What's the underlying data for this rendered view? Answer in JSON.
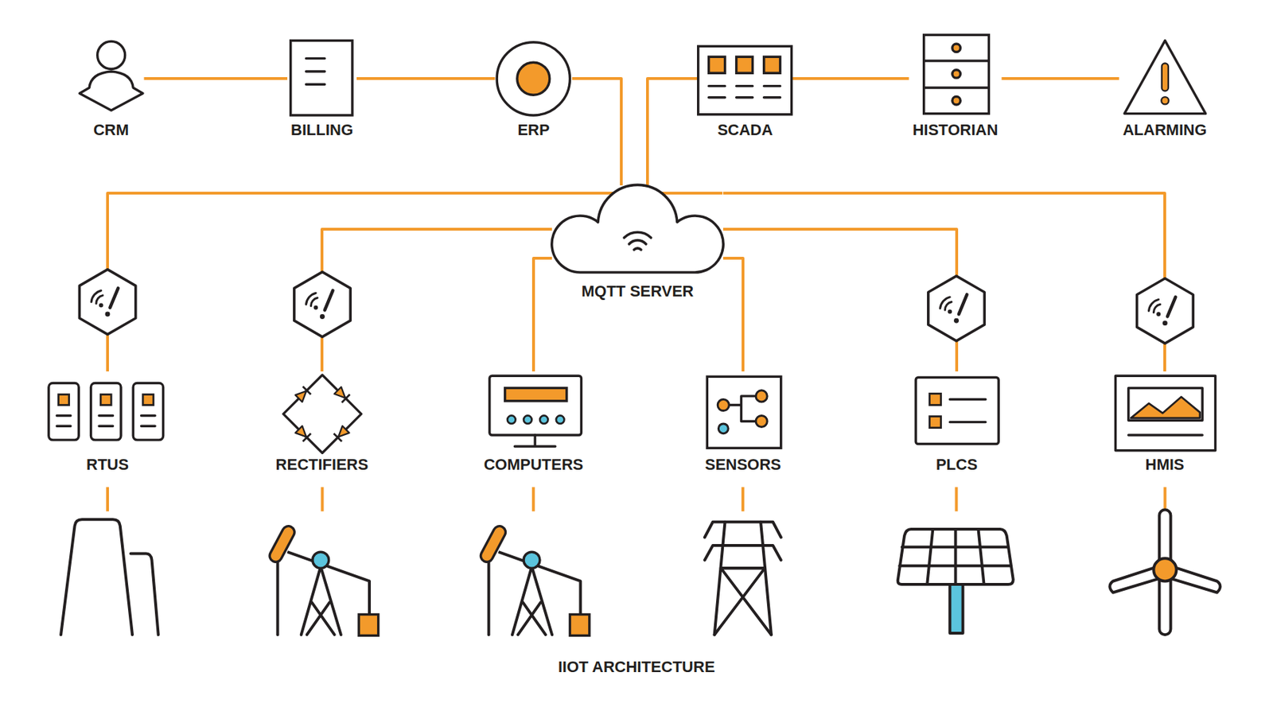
{
  "diagram": {
    "caption": "IIOT ARCHITECTURE",
    "nodes": [
      {
        "text": [
          "CRM"
        ]
      },
      {
        "text": [
          "BILLING"
        ]
      },
      {
        "text": [
          "ERP"
        ]
      },
      {
        "text": [
          "SCADA"
        ]
      },
      {
        "text": [
          "HISTORIAN"
        ]
      },
      {
        "text": [
          "ALARMING"
        ]
      },
      {
        "text": [
          "MQTT SERVER"
        ]
      },
      {
        "text": [
          "RTUS"
        ]
      },
      {
        "text": [
          "RECTIFIERS"
        ]
      },
      {
        "text": [
          "COMPUTERS"
        ]
      },
      {
        "text": [
          "SENSORS"
        ]
      },
      {
        "text": [
          "PLCS"
        ]
      },
      {
        "text": [
          "HMIS"
        ]
      }
    ],
    "edges": [
      {
        "from": 0,
        "to": 1,
        "arrow": "none"
      },
      {
        "from": 1,
        "to": 2,
        "arrow": "none"
      },
      {
        "from": 2,
        "to": 6,
        "arrow": "none"
      },
      {
        "from": 6,
        "to": 3,
        "arrow": "none"
      },
      {
        "from": 3,
        "to": 4,
        "arrow": "none"
      },
      {
        "from": 4,
        "to": 5,
        "arrow": "none"
      },
      {
        "from": 6,
        "to": 7,
        "arrow": "none"
      },
      {
        "from": 6,
        "to": 8,
        "arrow": "none"
      },
      {
        "from": 6,
        "to": 9,
        "arrow": "none"
      },
      {
        "from": 6,
        "to": 10,
        "arrow": "none"
      },
      {
        "from": 6,
        "to": 11,
        "arrow": "none"
      },
      {
        "from": 6,
        "to": 12,
        "arrow": "none"
      }
    ]
  }
}
